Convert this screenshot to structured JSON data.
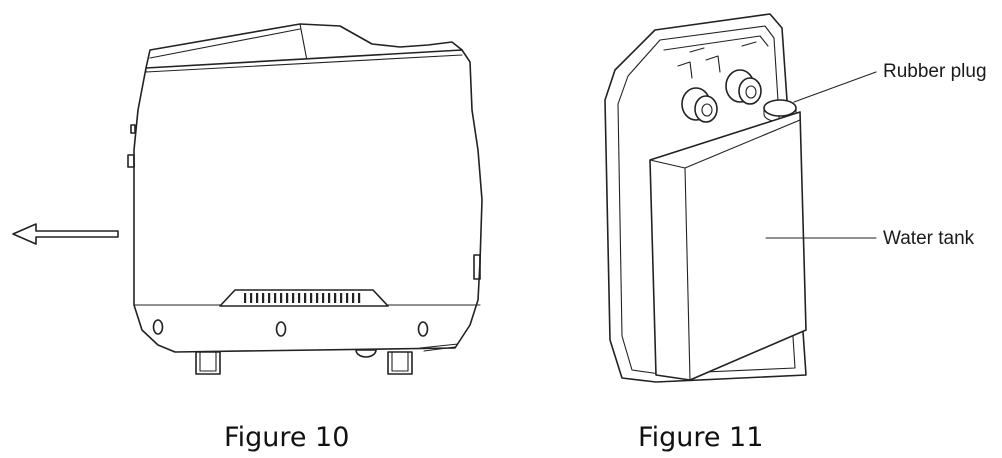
{
  "figures": [
    {
      "caption": "Figure 10",
      "labels": []
    },
    {
      "caption": "Figure 11",
      "labels": [
        "Rubber plug",
        "Water tank"
      ]
    }
  ]
}
